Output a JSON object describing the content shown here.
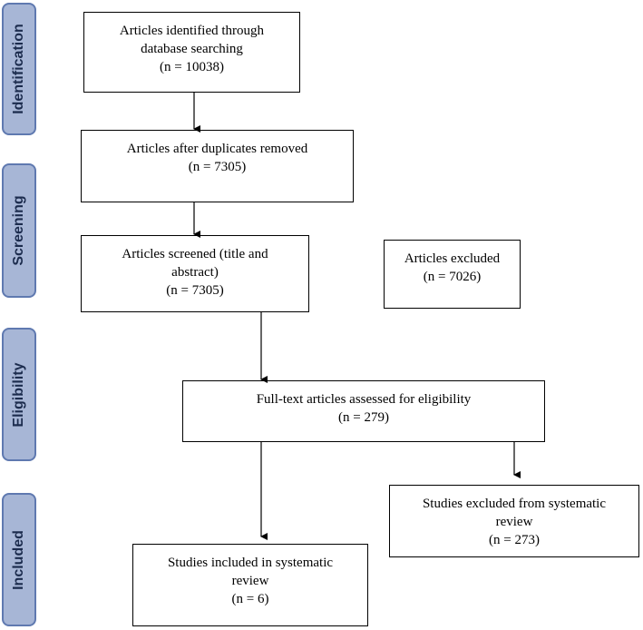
{
  "stages": {
    "identification": "Identification",
    "screening": "Screening",
    "eligibility": "Eligibility",
    "included": "Included"
  },
  "boxes": {
    "identified": {
      "line1": "Articles  identified  through",
      "line2": "database searching",
      "count": "(n = 10038)"
    },
    "duplicates_removed": {
      "line1": "Articles  after  duplicates  removed",
      "count": "(n = 7305)"
    },
    "screened": {
      "line1": "Articles  screened  (title  and",
      "line2": "abstract)",
      "count": "(n = 7305)"
    },
    "excluded": {
      "line1": "Articles   excluded",
      "count": "(n = 7026)"
    },
    "full_text": {
      "line1": "Full-text  articles  assessed  for  eligibility",
      "count": "(n = 279)"
    },
    "excluded_review": {
      "line1": "Studies  excluded  from  systematic",
      "line2": "review",
      "count": "(n = 273)"
    },
    "included": {
      "line1": "Studies  included  in  systematic",
      "line2": "review",
      "count": "(n = 6)"
    }
  }
}
